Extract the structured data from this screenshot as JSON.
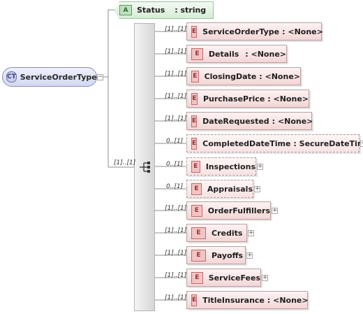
{
  "complex_type": {
    "badge": "CT",
    "name": "ServiceOrderType"
  },
  "attribute": {
    "badge": "A",
    "name": "Status",
    "type": ": string"
  },
  "sequence": {
    "cardinality": "[1]..[1]"
  },
  "element_badge": "E",
  "elements": [
    {
      "name": "ServiceOrderType",
      "type": ": <None>",
      "cardinality": "[1]..[1]",
      "optional": false,
      "expandable": false
    },
    {
      "name": "Details",
      "type": ": <None>",
      "cardinality": "[1]..[1]",
      "optional": false,
      "expandable": false
    },
    {
      "name": "ClosingDate",
      "type": ": <None>",
      "cardinality": "[1]..[1]",
      "optional": false,
      "expandable": false
    },
    {
      "name": "PurchasePrice",
      "type": ": <None>",
      "cardinality": "[1]..[1]",
      "optional": false,
      "expandable": false
    },
    {
      "name": "DateRequested",
      "type": ": <None>",
      "cardinality": "[1]..[1]",
      "optional": false,
      "expandable": false
    },
    {
      "name": "CompletedDateTime",
      "type": ": SecureDateTime",
      "cardinality": "0..[1]",
      "optional": true,
      "expandable": true
    },
    {
      "name": "Inspections",
      "type": "",
      "cardinality": "0..[1]",
      "optional": true,
      "expandable": true
    },
    {
      "name": "Appraisals",
      "type": "",
      "cardinality": "0..[1]",
      "optional": true,
      "expandable": true
    },
    {
      "name": "OrderFulfillers",
      "type": "",
      "cardinality": "[1]..[1]",
      "optional": false,
      "expandable": true
    },
    {
      "name": "Credits",
      "type": "",
      "cardinality": "[1]..[1]",
      "optional": false,
      "expandable": true
    },
    {
      "name": "Payoffs",
      "type": "",
      "cardinality": "[1]..[1]",
      "optional": false,
      "expandable": true
    },
    {
      "name": "ServiceFees",
      "type": "",
      "cardinality": "[1]..[1]",
      "optional": false,
      "expandable": true
    },
    {
      "name": "TitleInsurance",
      "type": ": <None>",
      "cardinality": "[1]..[1]",
      "optional": false,
      "expandable": false
    }
  ]
}
